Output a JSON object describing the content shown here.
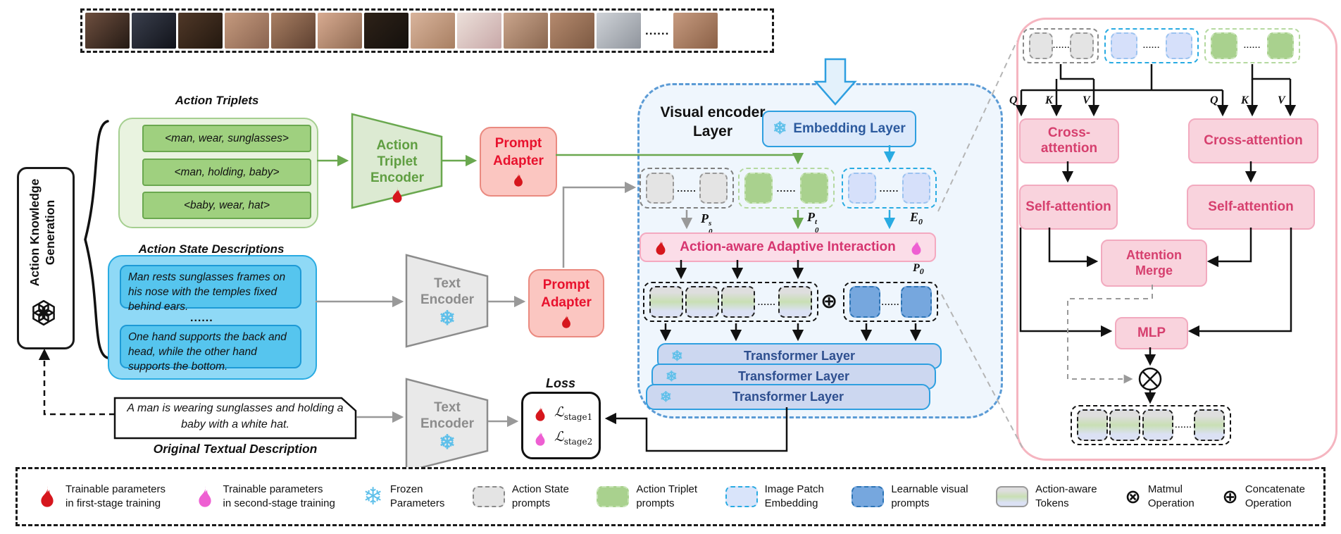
{
  "dots": "......",
  "icons": {
    "snowflake": "❄",
    "matmul": "⊗",
    "concat": "⊕"
  },
  "colors": {
    "green_accent": "#6aa84f",
    "blue_accent": "#29abe2",
    "red_accent": "#e8112d",
    "pink_accent": "#ee5fd2",
    "rose_text": "#d63f6e",
    "container_border": "#5b9bd5",
    "panel_border": "#f5b5c0"
  },
  "knowledge": {
    "generator_label": "Action Knowledge Generation",
    "triplets_title": "Action Triplets",
    "triplets": [
      "<man, wear, sunglasses>",
      "<man, holding, baby>",
      "<baby, wear, hat>"
    ],
    "states_title": "Action State Descriptions",
    "state1": "Man rests sunglasses frames on his nose with the temples fixed behind ears.",
    "state2": "One hand supports the back and head, while the other hand supports the bottom.",
    "original_text_line1": "A man is wearing sunglasses and holding a",
    "original_text_line2": "baby with a  white hat.",
    "original_label": "Original Textual Description"
  },
  "modules": {
    "action_triplet_encoder_l1": "Action Triplet",
    "action_triplet_encoder_l2": "Encoder",
    "text_encoder_l1": "Text",
    "text_encoder_l2": "Encoder",
    "prompt_adapter_l1": "Prompt",
    "prompt_adapter_l2": "Adapter"
  },
  "loss": {
    "title": "Loss",
    "l": "ℒ",
    "stage1": "stage1",
    "stage2": "stage2"
  },
  "visual_encoder": {
    "title_l1": "Visual encoder",
    "title_l2": "Layer",
    "embedding_layer": "Embedding Layer",
    "interaction": "Action-aware Adaptive Interaction",
    "transformer_layer": "Transformer Layer",
    "label_ps": {
      "base": "P",
      "sup": "s",
      "sub": "0"
    },
    "label_pt": {
      "base": "P",
      "sup": "t",
      "sub": "0"
    },
    "label_e0": {
      "base": "E",
      "sub": "0"
    },
    "label_p0": {
      "base": "P",
      "sub": "0"
    }
  },
  "right_panel": {
    "q": "Q",
    "k": "K",
    "v": "V",
    "cross_attention": "Cross-attention",
    "self_attention": "Self-attention",
    "merge_l1": "Attention",
    "merge_l2": "Merge",
    "mlp": "MLP"
  },
  "legend": {
    "items": [
      {
        "label1": "Trainable parameters",
        "label2": "in first-stage training"
      },
      {
        "label1": "Trainable parameters",
        "label2": "in second-stage training"
      },
      {
        "label1": "Frozen",
        "label2": "Parameters"
      },
      {
        "label1": "Action State",
        "label2": "prompts"
      },
      {
        "label1": "Action Triplet",
        "label2": "prompts"
      },
      {
        "label1": "Image Patch",
        "label2": "Embedding"
      },
      {
        "label1": "Learnable visual",
        "label2": "prompts"
      },
      {
        "label1": "Action-aware",
        "label2": "Tokens"
      },
      {
        "label1": "Matmul",
        "label2": "Operation"
      },
      {
        "label1": "Concatenate",
        "label2": "Operation"
      }
    ]
  }
}
